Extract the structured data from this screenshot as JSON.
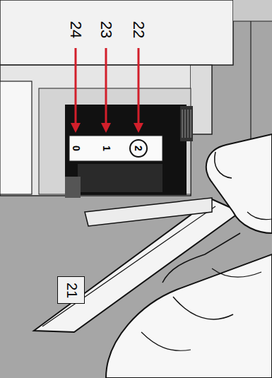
{
  "diagram": {
    "nodes": [
      {
        "text": [
          "2"
        ]
      },
      {
        "text": [
          "21"
        ]
      }
    ],
    "labels": [
      "24",
      "23",
      "22",
      "0",
      "1"
    ]
  }
}
